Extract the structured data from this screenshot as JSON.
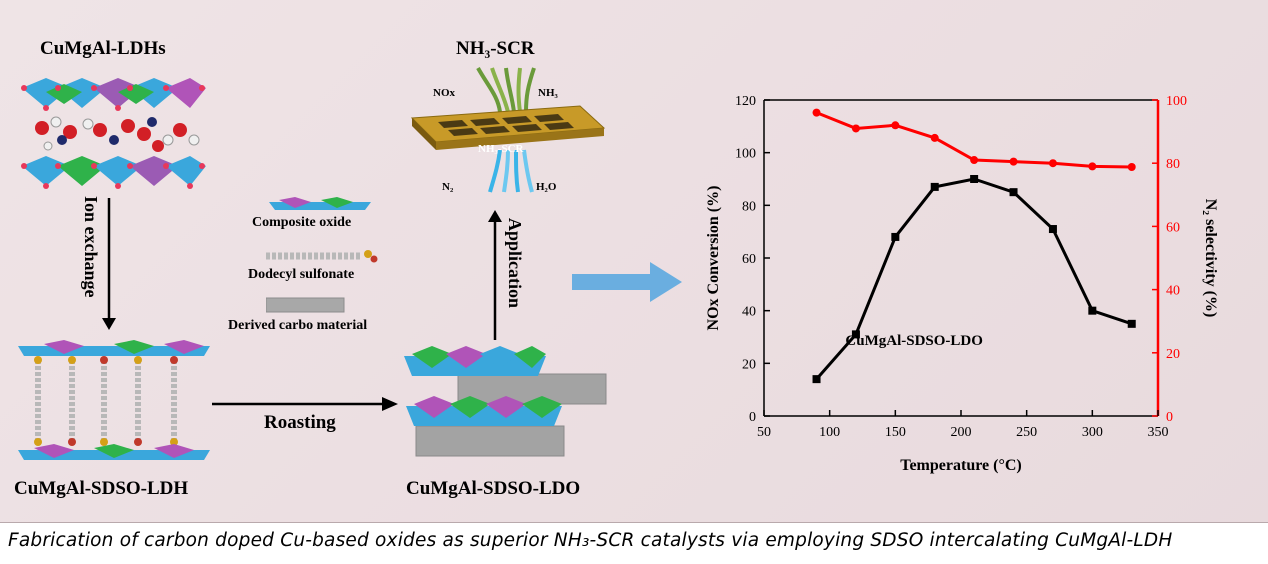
{
  "labels": {
    "ldh": "CuMgAl-LDHs",
    "ion_exchange": "Ion exchange",
    "sdso_ldh": "CuMgAl-SDSO-LDH",
    "composite_oxide": "Composite oxide",
    "dodecyl_sulfonate": "Dodecyl sulfonate",
    "derived_carbo": "Derived carbo material",
    "roasting": "Roasting",
    "application": "Application",
    "nh3_scr": "NH₃-SCR",
    "nox": "NOx",
    "nh3": "NH₃",
    "n2": "N₂",
    "h2o": "H₂O",
    "nh3_scr_small": "NH₃-SCR",
    "sdso_ldo": "CuMgAl-SDSO-LDO"
  },
  "caption": "Fabrication of carbon doped Cu-based oxides as superior NH₃-SCR catalysts via employing SDSO intercalating CuMgAl-LDH",
  "chart_data": {
    "type": "line",
    "x": [
      90,
      120,
      150,
      180,
      210,
      240,
      270,
      300,
      330
    ],
    "series": [
      {
        "values": [
          14,
          31,
          68,
          87,
          90,
          85,
          71,
          40,
          35
        ],
        "axis": "left",
        "color": "#000000",
        "marker": "square"
      },
      {
        "values": [
          96,
          91,
          92,
          88,
          81,
          80.5,
          80,
          79,
          78.8
        ],
        "axis": "right",
        "color": "#ff0000",
        "marker": "circle"
      }
    ],
    "xlabel": "Temperature (°C)",
    "ylabel": "NOx Conversion (%)",
    "y2label": "N₂ selectivity (%)",
    "annotation": "CuMgAl-SDSO-LDO",
    "xlim": [
      50,
      350
    ],
    "ylim": [
      0,
      120
    ],
    "y2lim": [
      0,
      100
    ],
    "xticks": [
      50,
      100,
      150,
      200,
      250,
      300,
      350
    ],
    "yticks": [
      0,
      20,
      40,
      60,
      80,
      100,
      120
    ],
    "y2ticks": [
      0,
      20,
      40,
      60,
      80,
      100
    ],
    "grid": false
  },
  "colors": {
    "left_axis": "#000000",
    "right_axis": "#ff0000",
    "arrow_blue": "#6aaee0",
    "scr_gold": "#c89a28"
  }
}
